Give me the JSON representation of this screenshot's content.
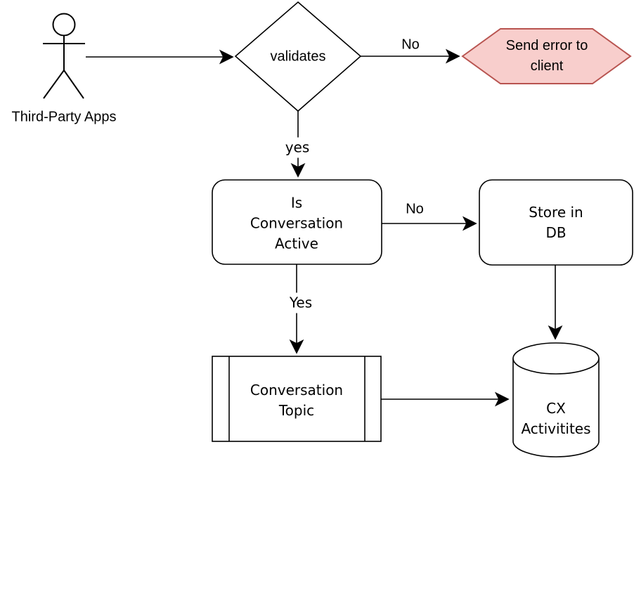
{
  "diagram": {
    "actor": {
      "label": "Third-Party Apps"
    },
    "nodes": {
      "validates": {
        "label": "validates",
        "shape": "decision-diamond"
      },
      "send_error": {
        "label": "Send error to client",
        "shape": "hexagon",
        "fill": "#f8cecc",
        "stroke": "#b85450"
      },
      "is_conversation_active": {
        "label": "Is\nConversation\nActive",
        "shape": "rounded-rectangle"
      },
      "store_in_db": {
        "label": "Store in DB",
        "shape": "rounded-rectangle"
      },
      "conversation_topic": {
        "label": "Conversation\nTopic",
        "shape": "predefined-process"
      },
      "cx_activities": {
        "label": "CX\nActivitites",
        "shape": "database-cylinder"
      }
    },
    "edge_labels": {
      "validates_to_error": "No",
      "validates_to_active": "yes",
      "active_to_store": "No",
      "active_to_topic": "Yes"
    },
    "colors": {
      "stroke": "#000000",
      "node_fill": "#ffffff",
      "error_fill": "#f8cecc",
      "error_stroke": "#b85450",
      "background": "#ffffff"
    }
  }
}
